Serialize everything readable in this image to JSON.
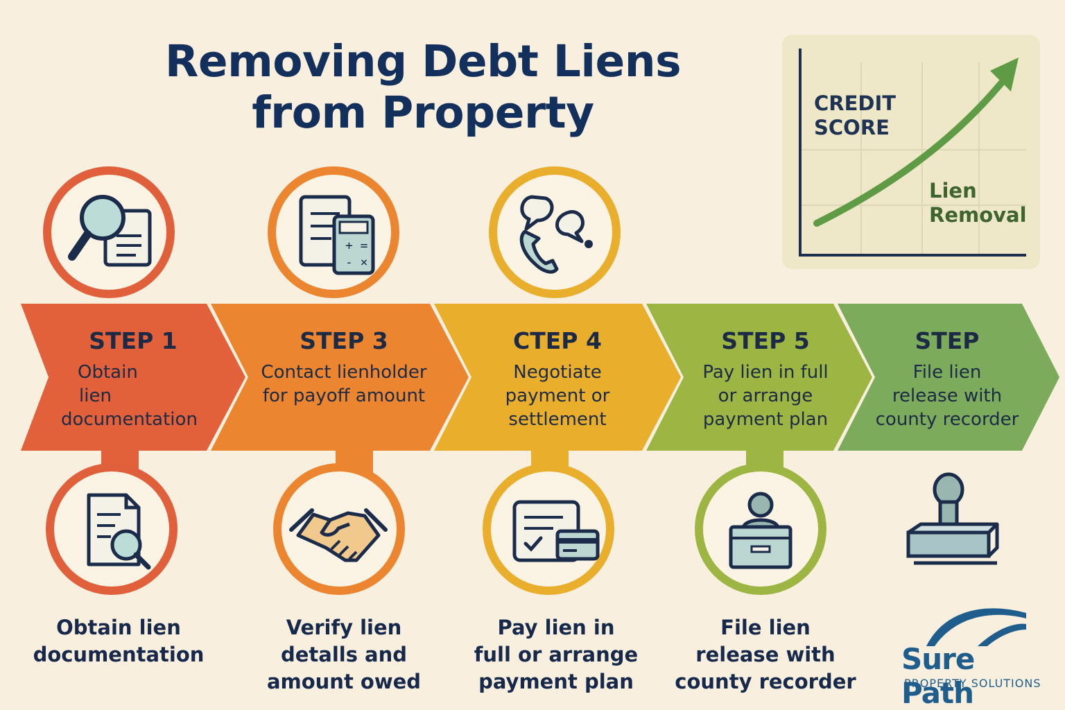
{
  "title": {
    "line1": "Removing Debt Liens",
    "line2": "from Property"
  },
  "chart": {
    "y_label_line1": "CREDIT",
    "y_label_line2": "SCORE",
    "annotation_line1": "Lien",
    "annotation_line2": "Removal",
    "trend": "rising",
    "line_color": "#5f9a45"
  },
  "steps": [
    {
      "title": "STEP 1",
      "body": [
        "Obtain",
        "lien",
        "documentation"
      ],
      "color": "#e2603a",
      "top_icon": "magnifier-document-icon",
      "bottom_icon": "document-search-icon",
      "caption": [
        "Obtain lien",
        "documentation"
      ]
    },
    {
      "title": "STEP 3",
      "body": [
        "Contact lienholder",
        "for payoff amount"
      ],
      "color": "#ec8530",
      "top_icon": "calculator-invoice-icon",
      "bottom_icon": "handshake-icon",
      "caption": [
        "Verify lien",
        "detalls and",
        "amount owed"
      ]
    },
    {
      "title": "CTEP 4",
      "body": [
        "Negotiate",
        "payment or",
        "settlement"
      ],
      "color": "#e8ae2c",
      "top_icon": "phone-chat-icon",
      "bottom_icon": "payment-card-icon",
      "caption": [
        "Pay lien in",
        "full or arrange",
        "payment plan"
      ]
    },
    {
      "title": "STEP 5",
      "body": [
        "Pay lien in full",
        "or arrange",
        "payment plan"
      ],
      "color": "#9cb543",
      "top_icon": "",
      "bottom_icon": "county-recorder-icon",
      "caption": [
        "File lien",
        "release with",
        "county recorder"
      ]
    },
    {
      "title": "STEP",
      "body": [
        "File lien",
        "release with",
        "county recorder"
      ],
      "color": "#7cab5c",
      "top_icon": "",
      "bottom_icon": "stamp-icon",
      "caption": []
    }
  ],
  "logo": {
    "name": "Sure Path",
    "tagline": "PROPERTY SOLUTIONS"
  }
}
